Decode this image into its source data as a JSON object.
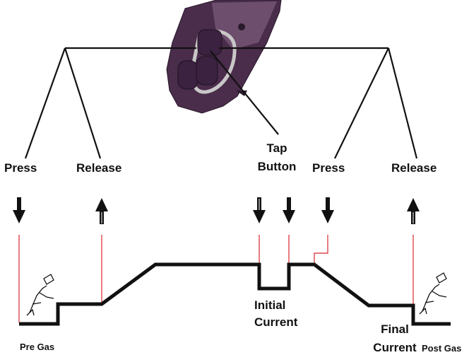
{
  "labels": {
    "press_left": "Press",
    "release_left": "Release",
    "tap_button_line1": "Tap",
    "tap_button_line2": "Button",
    "press_right": "Press",
    "release_right": "Release",
    "initial_current_line1": "Initial",
    "initial_current_line2": "Current",
    "final_current_line1": "Final",
    "final_current_line2": "Current",
    "pre_gas": "Pre Gas",
    "post_gas": "Post Gas"
  },
  "colors": {
    "waveform": "#111111",
    "marker_line": "#d9262c",
    "torch_body": "#4a2c4b",
    "torch_highlight": "#8a6c8b",
    "torch_buttons": "#3b2240",
    "torch_ring": "#c9c6c8"
  },
  "arrows": [
    {
      "name": "press-left-arrow-icon",
      "direction": "down"
    },
    {
      "name": "release-left-arrow-icon",
      "direction": "up"
    },
    {
      "name": "tap-arrow-icon",
      "direction": "down"
    },
    {
      "name": "tap-arrow-2-icon",
      "direction": "down"
    },
    {
      "name": "press-right-arrow-icon",
      "direction": "down"
    },
    {
      "name": "release-right-arrow-icon",
      "direction": "up"
    }
  ]
}
